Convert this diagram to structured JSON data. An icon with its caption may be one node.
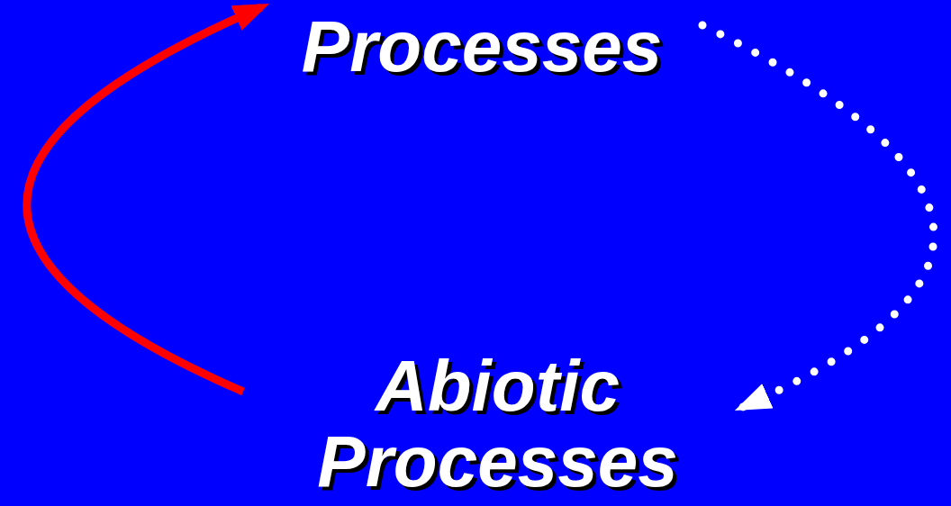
{
  "diagram": {
    "nodes": [
      {
        "text": [
          "Processes"
        ]
      },
      {
        "text": [
          "Abiotic Processes"
        ]
      }
    ],
    "edges": [
      {
        "from": 1,
        "to": 0,
        "arrow": "to",
        "color": "#ff0000"
      },
      {
        "from": 0,
        "to": 1,
        "arrow": "to",
        "style": "dashed",
        "color": "#ffffff"
      }
    ]
  }
}
